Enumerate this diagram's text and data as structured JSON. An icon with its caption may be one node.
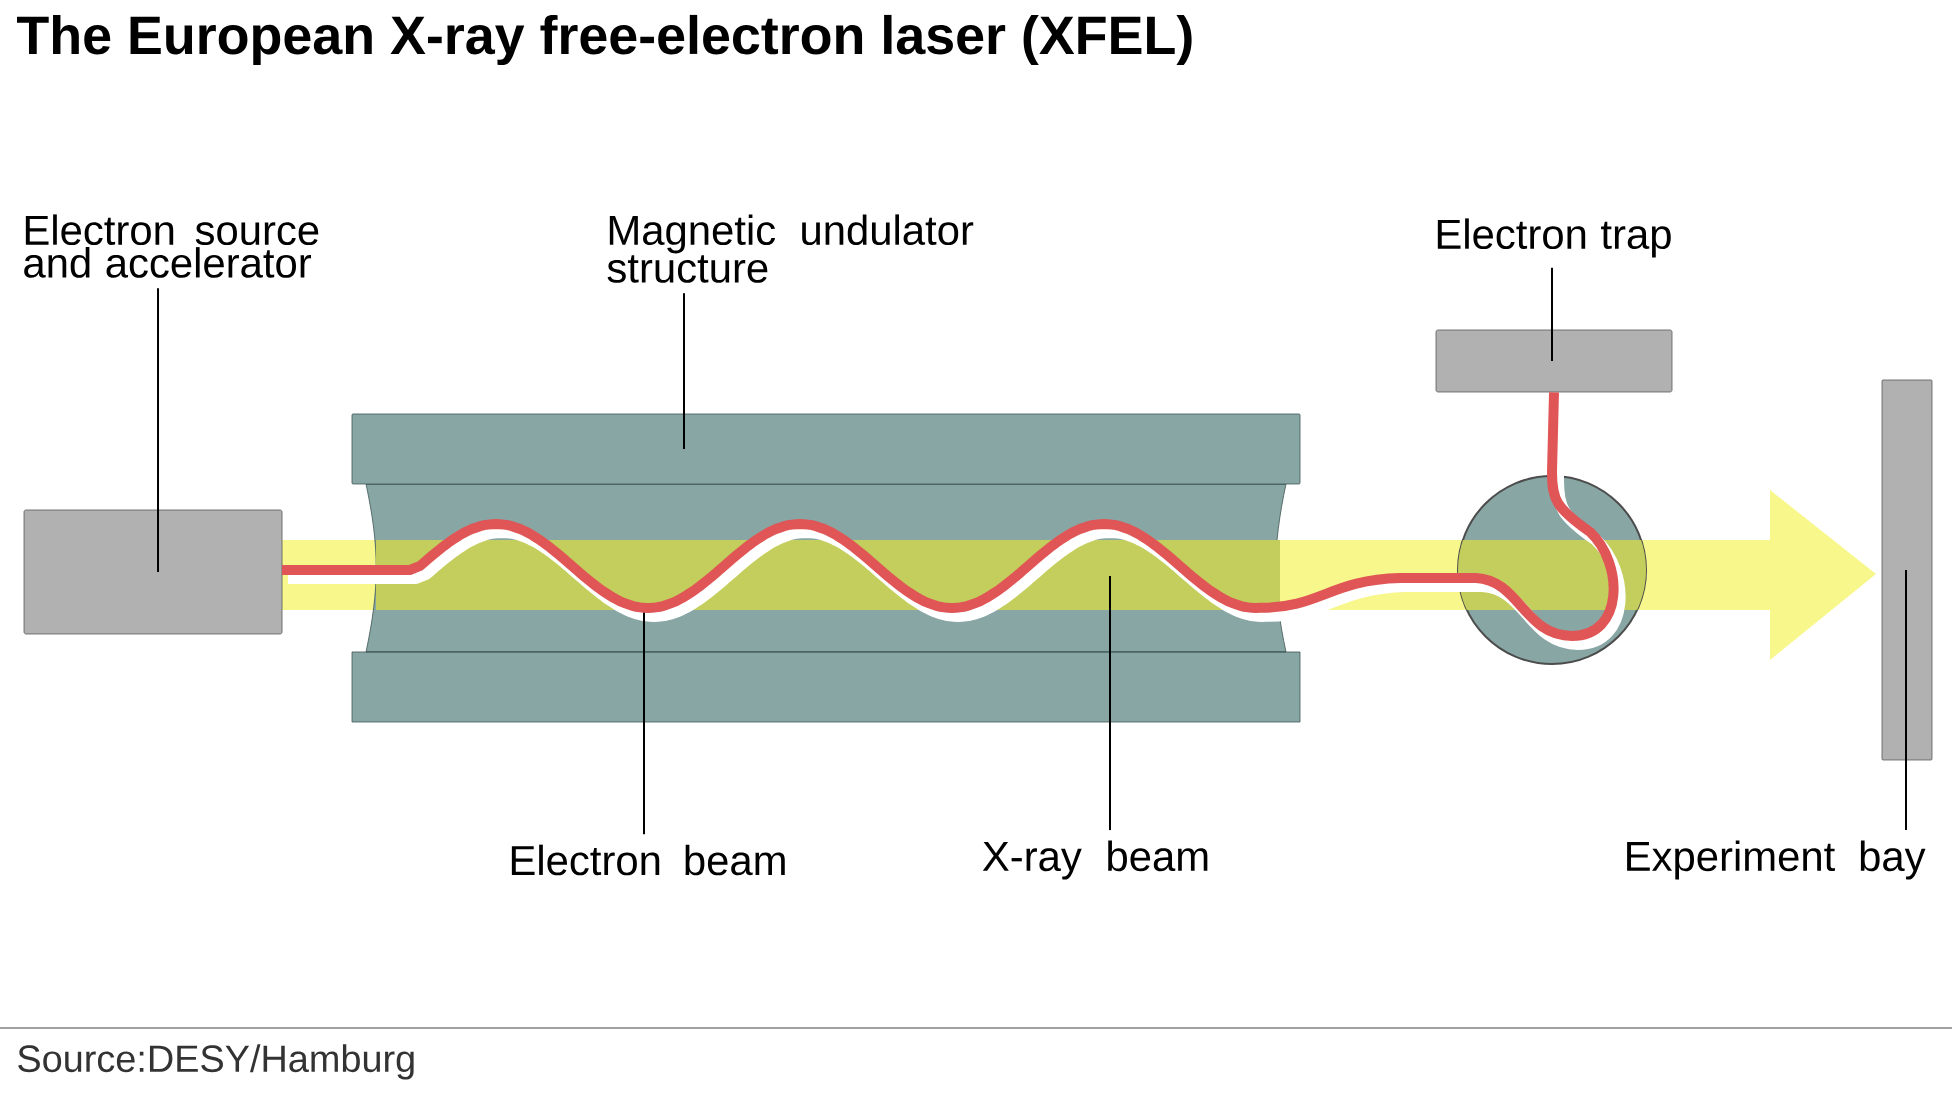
{
  "diagram": {
    "title": "The European X-ray free-electron laser (XFEL)",
    "caption": "Source:DESY/Hamburg",
    "nodes": [
      {
        "text": [
          "Electron source and accelerator"
        ]
      },
      {
        "text": [
          "Magnetic undulator structure"
        ]
      },
      {
        "text": [
          "Electron trap"
        ]
      },
      {
        "text": [
          "Electron beam"
        ]
      },
      {
        "text": [
          "X-ray beam"
        ]
      },
      {
        "text": [
          "Experiment bay"
        ]
      },
      {
        "text": [],
        "shape": "box"
      },
      {
        "text": [],
        "shape": "bar"
      },
      {
        "text": [],
        "shape": "box"
      },
      {
        "text": [],
        "shape": "bar"
      }
    ],
    "edges": [
      {
        "from": 0,
        "to": 6,
        "arrow": "none"
      },
      {
        "from": 1,
        "to": 7,
        "arrow": "none"
      },
      {
        "from": 2,
        "to": 8,
        "arrow": "none"
      },
      {
        "from": 3,
        "to": null,
        "arrow": "none"
      },
      {
        "from": 4,
        "to": null,
        "arrow": "none"
      },
      {
        "from": 5,
        "to": 9,
        "arrow": "none"
      },
      {
        "from": 6,
        "to": 8,
        "arrow": "none",
        "style": "thick",
        "color": "#e05555"
      }
    ]
  }
}
